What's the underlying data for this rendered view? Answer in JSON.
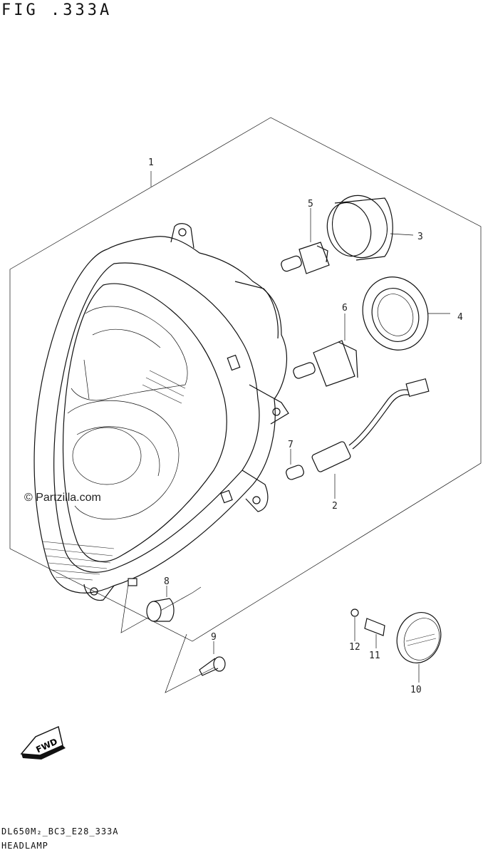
{
  "figure": {
    "title": "FIG .333A",
    "code": "DL650M₂_BC3_E28_333A",
    "name": "HEADLAMP",
    "watermark": "© Partzilla.com"
  },
  "callouts": [
    {
      "id": "1",
      "label": "1"
    },
    {
      "id": "2",
      "label": "2"
    },
    {
      "id": "3",
      "label": "3"
    },
    {
      "id": "4",
      "label": "4"
    },
    {
      "id": "5",
      "label": "5"
    },
    {
      "id": "6",
      "label": "6"
    },
    {
      "id": "7",
      "label": "7"
    },
    {
      "id": "8",
      "label": "8"
    },
    {
      "id": "9",
      "label": "9"
    },
    {
      "id": "10",
      "label": "10"
    },
    {
      "id": "11",
      "label": "11"
    },
    {
      "id": "12",
      "label": "12"
    }
  ],
  "direction_badge": {
    "label": "FWD"
  }
}
